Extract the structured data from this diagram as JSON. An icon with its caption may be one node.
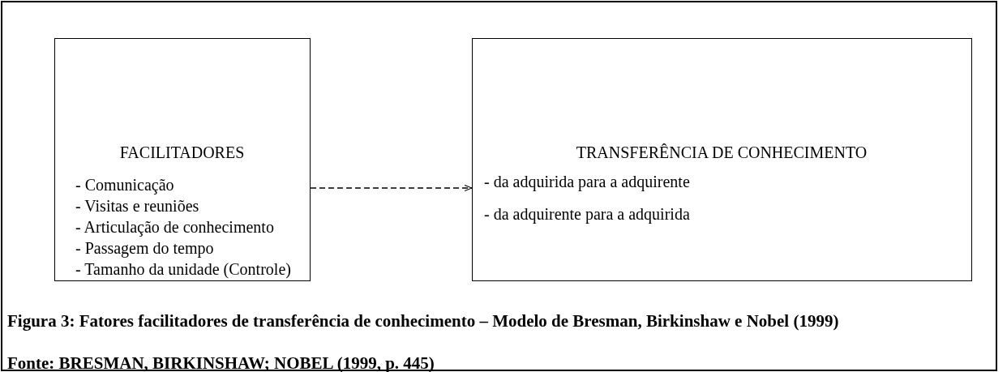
{
  "diagram": {
    "caption": "Figura 3: Fatores facilitadores de transferência de conhecimento – Modelo de Bresman, Birkinshaw e Nobel (1999)",
    "nodes": [
      {
        "text": [
          "FACILITADORES",
          "- Comunicação",
          "- Visitas e reuniões",
          "- Articulação de conhecimento",
          "- Passagem do tempo",
          "- Tamanho da unidade (Controle)"
        ]
      },
      {
        "text": [
          "TRANSFERÊNCIA DE CONHECIMENTO",
          "- da adquirida para a adquirente",
          "- da adquirente para a adquirida"
        ]
      }
    ],
    "edges": [
      {
        "from": 0,
        "to": 1,
        "arrow": "to",
        "style": "dashed"
      }
    ],
    "labels": [
      "Fonte: BRESMAN, BIRKINSHAW; NOBEL (1999, p. 445)"
    ]
  }
}
